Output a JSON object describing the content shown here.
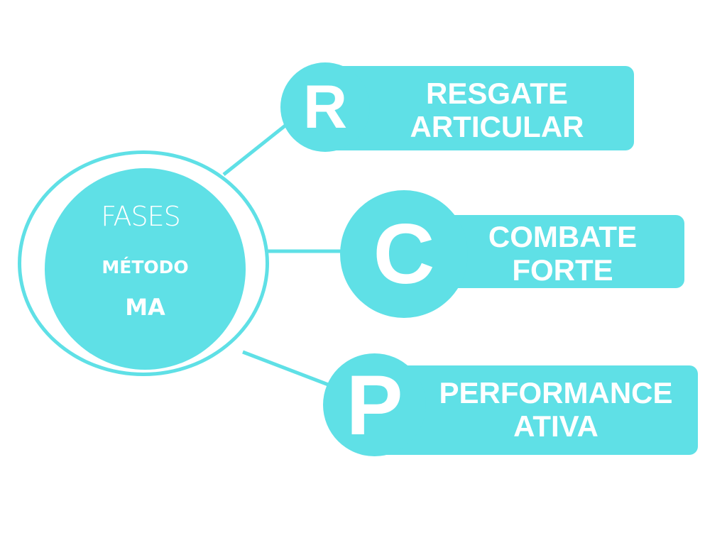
{
  "colors": {
    "accent": "#5fe0e6",
    "text": "#ffffff",
    "background": "#ffffff"
  },
  "hub": {
    "title": "FASES",
    "subtitle": "MÉTODO",
    "name": "MA"
  },
  "phases": [
    {
      "letter": "R",
      "line1": "RESGATE",
      "line2": "ARTICULAR"
    },
    {
      "letter": "C",
      "line1": "COMBATE",
      "line2": "FORTE"
    },
    {
      "letter": "P",
      "line1": "PERFORMANCE",
      "line2": "ATIVA"
    }
  ]
}
